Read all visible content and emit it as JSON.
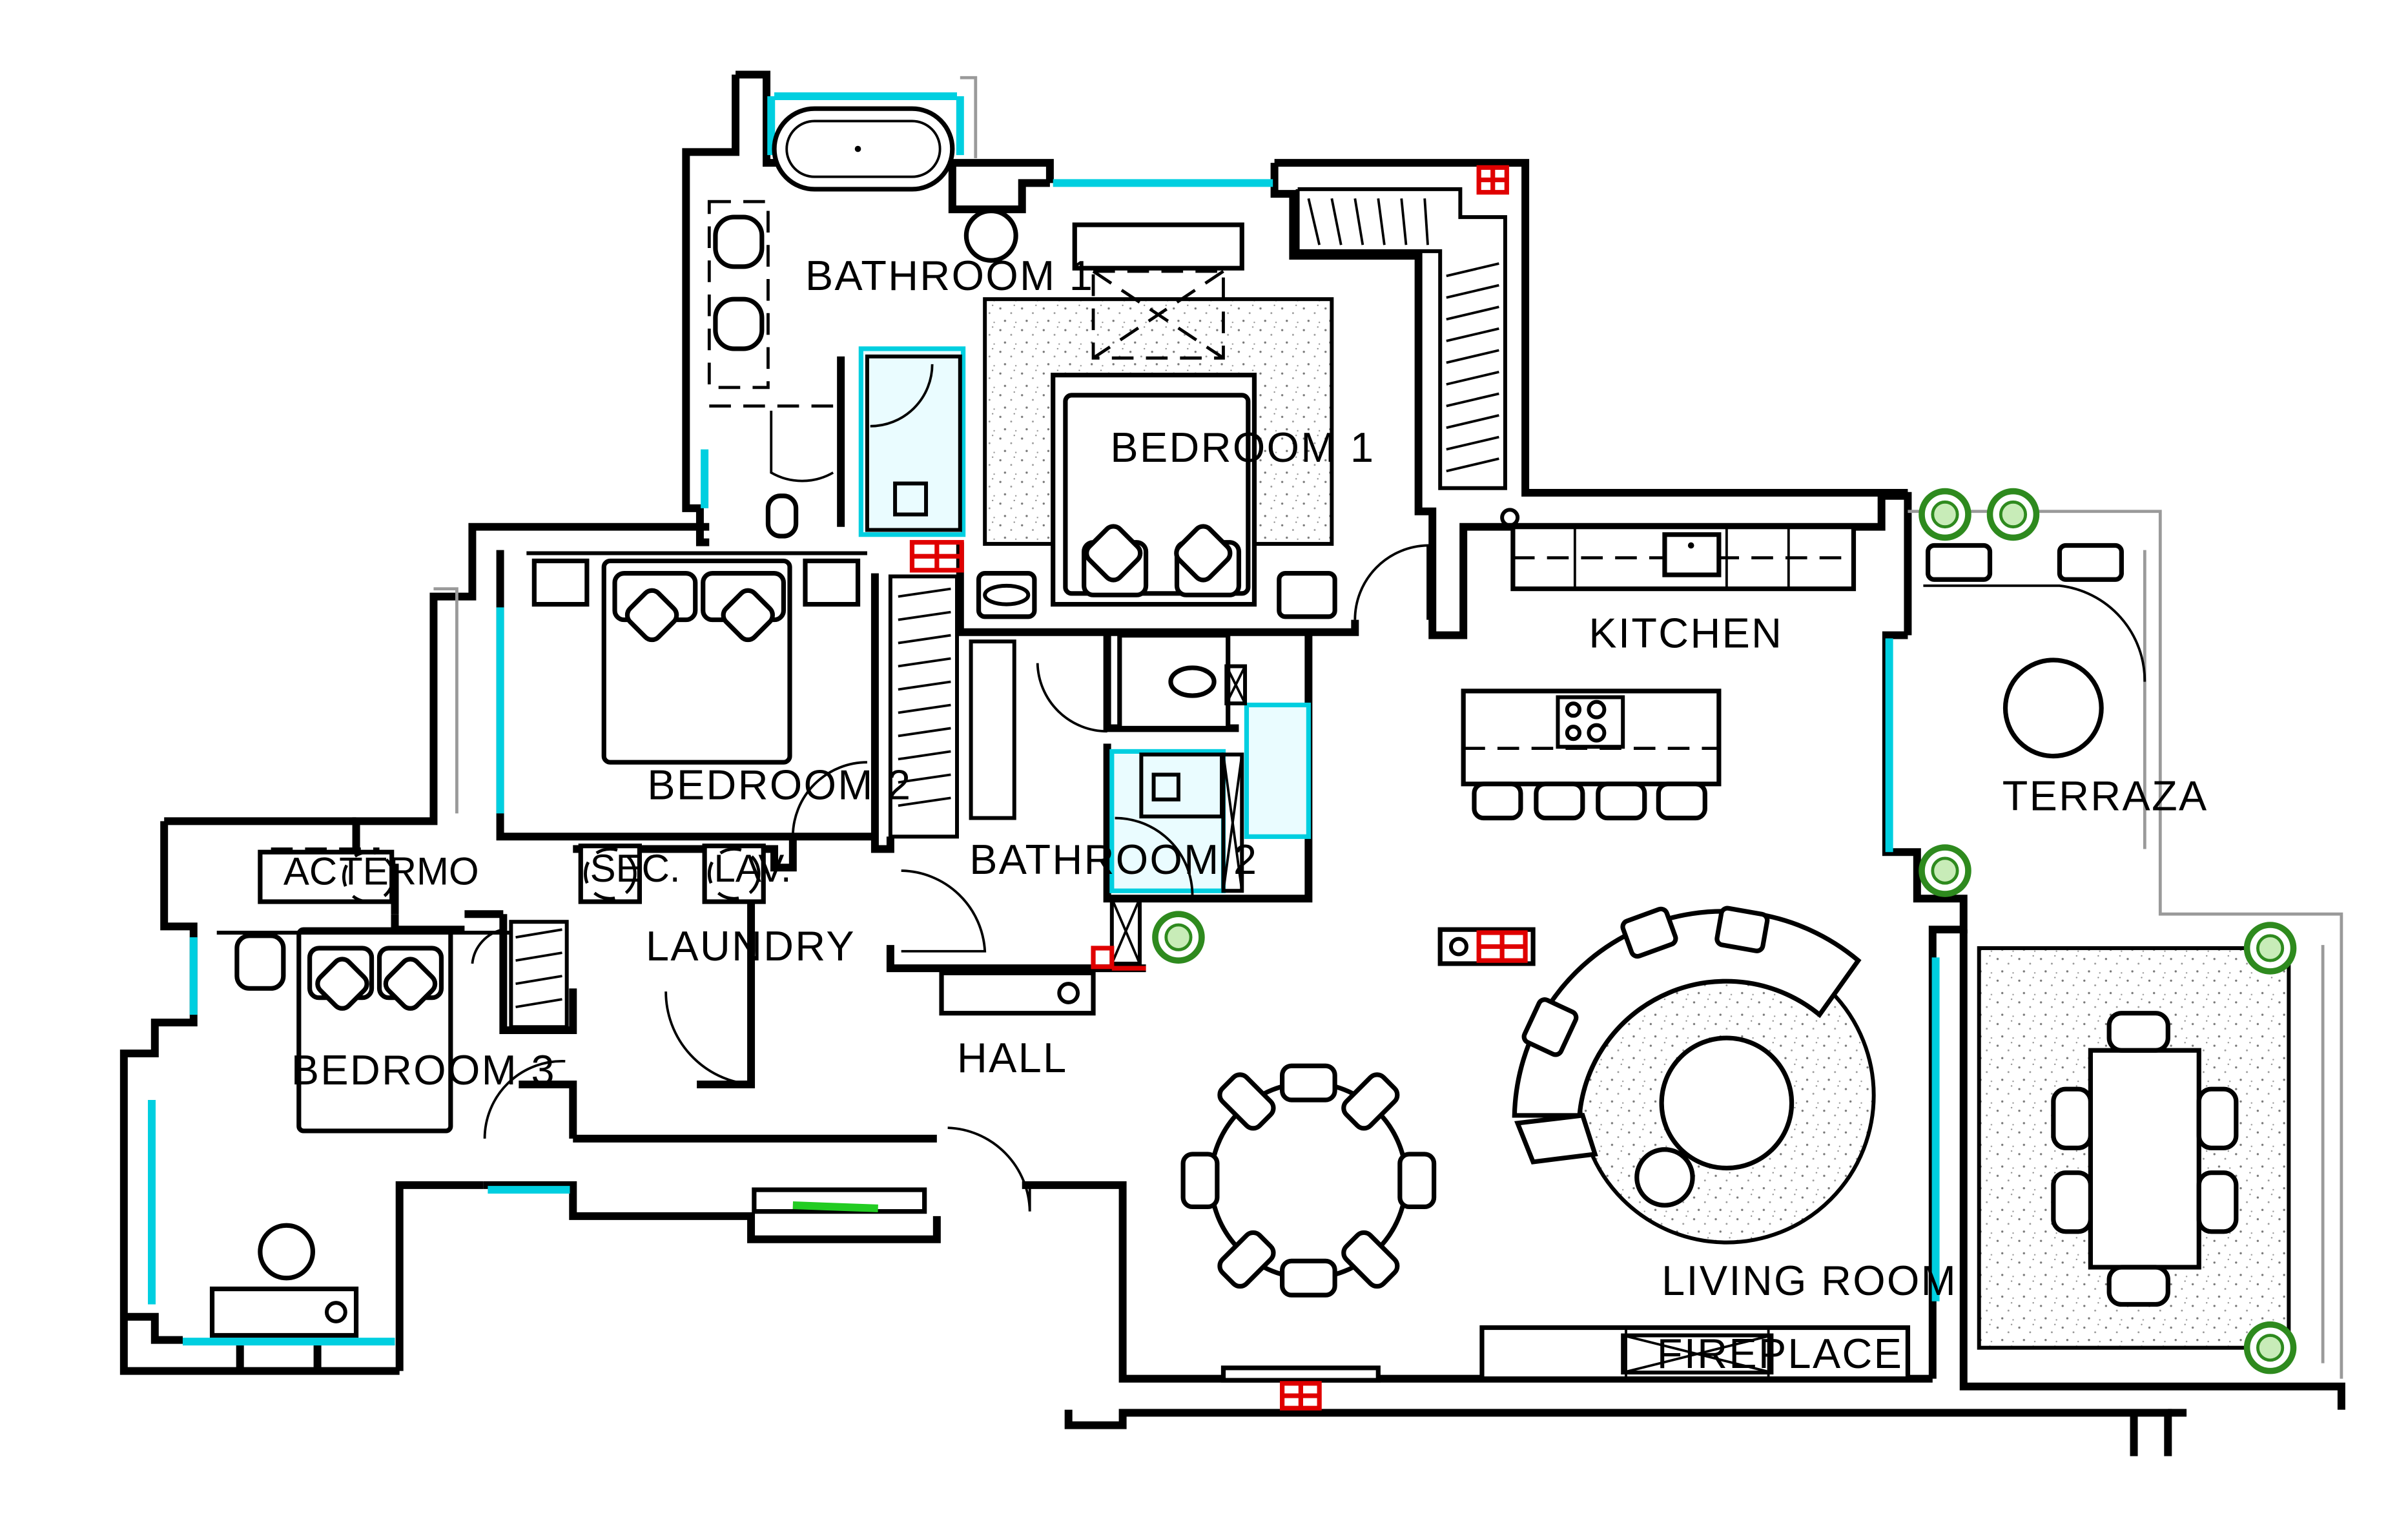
{
  "rooms": {
    "bathroom1": "BATHROOM 1",
    "bedroom1": "BEDROOM 1",
    "bedroom2": "BEDROOM 2",
    "bedroom3": "BEDROOM 3",
    "bathroom2": "BATHROOM 2",
    "laundry": "LAUNDRY",
    "hall": "HALL",
    "kitchen": "KITCHEN",
    "terraza": "TERRAZA",
    "living_room": "LIVING ROOM",
    "fireplace": "FIREPLACE"
  },
  "fixtures": {
    "ac": "AC",
    "termo": "TERMO",
    "sec": "SEC.",
    "lav": "LAV."
  },
  "colors": {
    "wall": "#000000",
    "glass": "#00cfe0",
    "plant": "#2e8a1e",
    "electric": "#e00000",
    "highlight": "#22cc22"
  }
}
